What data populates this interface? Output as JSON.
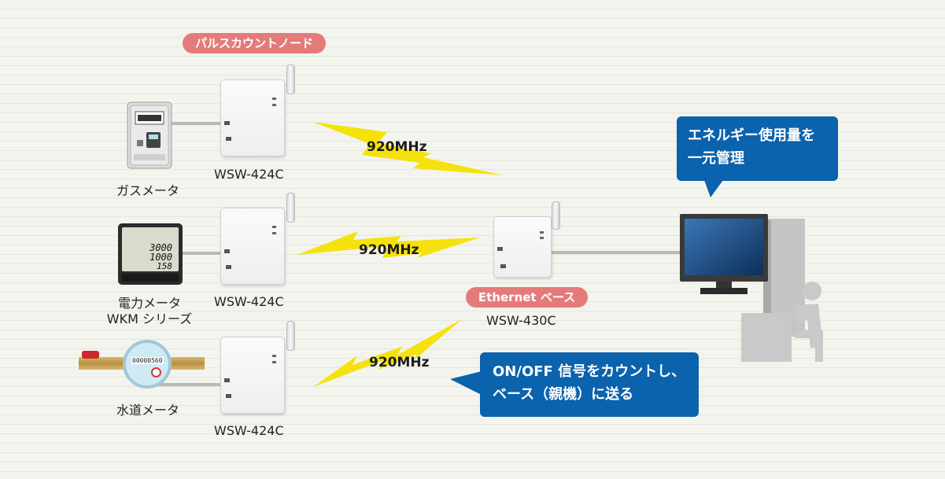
{
  "labels": {
    "pulse_count_node": "パルスカウントノード",
    "ethernet_base": "Ethernet ベース",
    "gas_meter": "ガスメータ",
    "power_meter_line1": "電力メータ",
    "power_meter_line2": "WKM シリーズ",
    "water_meter": "水道メータ",
    "model_node_1": "WSW-424C",
    "model_node_2": "WSW-424C",
    "model_node_3": "WSW-424C",
    "model_base": "WSW-430C",
    "freq_1": "920MHz",
    "freq_2": "920MHz",
    "freq_3": "920MHz"
  },
  "callouts": {
    "energy_line1": "エネルギー使用量を",
    "energy_line2": "一元管理",
    "onoff_line1": "ON/OFF 信号をカウントし、",
    "onoff_line2": "ベース（親機）に送る"
  },
  "meter_display": {
    "power_top": "3000",
    "power_mid": "1000",
    "power_bottom": "158",
    "water_counter": "00000560"
  },
  "colors": {
    "pill": "#e57a7a",
    "callout": "#0b62ad",
    "lightning": "#f5e20c",
    "background": "#f4f4ee"
  }
}
